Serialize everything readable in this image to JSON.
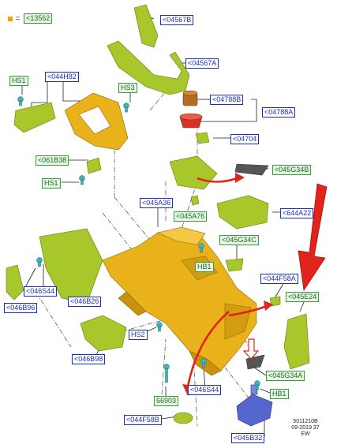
{
  "legend": {
    "symbol_color": "#f0a300",
    "equals": "=",
    "label": "<13562"
  },
  "labels": {
    "l04567B": "<04567B",
    "l04567A": "<04567A",
    "l044H82": "<044H82",
    "hs1_top": "HS1",
    "hs3": "HS3",
    "l04788B": "<04788B",
    "l04788A": "<04788A",
    "l04704": "<04704",
    "l061B38": "<061B38",
    "hs1_mid": "HS1",
    "l045G34B": "<045G34B",
    "l045A36": "<045A36",
    "l045A76": "<045A76",
    "l644A22": "<644A22",
    "l045G34C": "<045G34C",
    "hb1_mid": "HB1",
    "l044F58A": "<044F58A",
    "l045E24": "<045E24",
    "l046S44_left": "<046S44",
    "l046B26": "<046B26",
    "l046B96": "<046B96",
    "hs2": "HS2",
    "l046B98": "<046B98",
    "l045G34A": "<045G34A",
    "hb1_bottom": "HB1",
    "l046S44_bottom": "<046S44",
    "l56903": "56903",
    "l044F58B": "<044F58B",
    "l045B32": "<045B32"
  },
  "footer": {
    "line1": "5011210B",
    "line2": "09-2019 37",
    "line3": "EW"
  },
  "colors": {
    "label_blue": "#1a2fbf",
    "label_green": "#3c9a3c",
    "part_green": "#a8c72a",
    "part_yellow": "#e9b21a",
    "arrow_red": "#e0241b",
    "part_red": "#d8312a",
    "part_blue": "#5566cc",
    "part_brown": "#b46d22"
  }
}
